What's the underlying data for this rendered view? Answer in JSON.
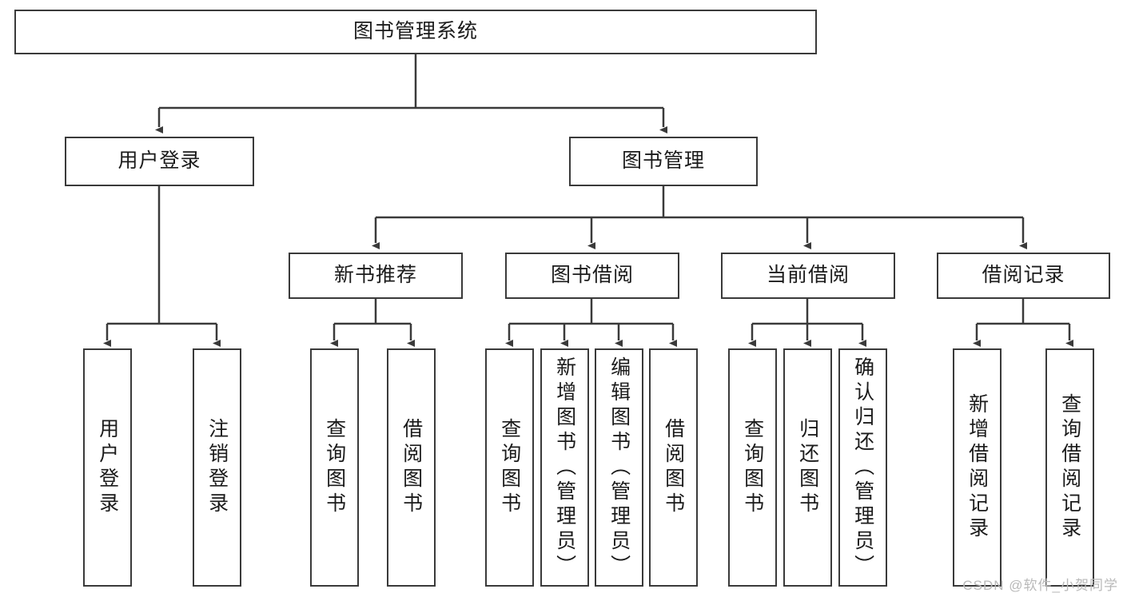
{
  "diagram": {
    "title": "图书管理系统",
    "type": "tree",
    "root": {
      "label": "图书管理系统"
    },
    "level2": [
      {
        "label": "用户登录"
      },
      {
        "label": "图书管理"
      }
    ],
    "level3": [
      {
        "label": "新书推荐"
      },
      {
        "label": "图书借阅"
      },
      {
        "label": "当前借阅"
      },
      {
        "label": "借阅记录"
      }
    ],
    "leaves": {
      "user_login": [
        {
          "label": "用户登录"
        },
        {
          "label": "注销登录"
        }
      ],
      "new_book_recommend": [
        {
          "label": "查询图书"
        },
        {
          "label": "借阅图书"
        }
      ],
      "book_borrow": [
        {
          "label": "查询图书"
        },
        {
          "label": "新增图书（管理员）"
        },
        {
          "label": "编辑图书（管理员）"
        },
        {
          "label": "借阅图书"
        }
      ],
      "current_borrow": [
        {
          "label": "查询图书"
        },
        {
          "label": "归还图书"
        },
        {
          "label": "确认归还（管理员）"
        }
      ],
      "borrow_record": [
        {
          "label": "新增借阅记录"
        },
        {
          "label": "查询借阅记录"
        }
      ]
    }
  },
  "watermark": {
    "text": "CSDN @软件_小贺同学"
  },
  "colors": {
    "stroke": "#3a3a3a",
    "text": "#1b1b1b",
    "background": "#ffffff",
    "watermark": "#b9b9b9"
  }
}
